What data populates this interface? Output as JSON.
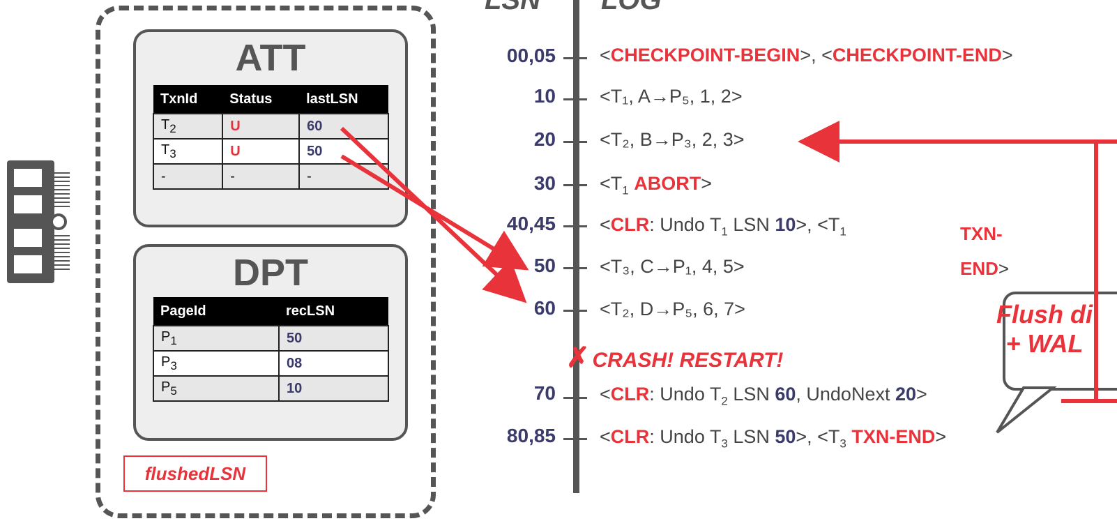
{
  "headers": {
    "lsn": "LSN",
    "log": "LOG"
  },
  "att": {
    "title": "ATT",
    "columns": [
      "TxnId",
      "Status",
      "lastLSN"
    ],
    "rows": [
      {
        "txn": "T",
        "txn_sub": "2",
        "status": "U",
        "last": "60"
      },
      {
        "txn": "T",
        "txn_sub": "3",
        "status": "U",
        "last": "50"
      },
      {
        "txn": "-",
        "txn_sub": "",
        "status": "-",
        "last": "-"
      }
    ]
  },
  "dpt": {
    "title": "DPT",
    "columns": [
      "PageId",
      "recLSN"
    ],
    "rows": [
      {
        "page": "P",
        "page_sub": "1",
        "rec": "50"
      },
      {
        "page": "P",
        "page_sub": "3",
        "rec": "08"
      },
      {
        "page": "P",
        "page_sub": "5",
        "rec": "10"
      }
    ]
  },
  "flushed_label": "flushedLSN",
  "log": {
    "lsn_00": "00,05",
    "lsn_10": "10",
    "lsn_20": "20",
    "lsn_30": "30",
    "lsn_40": "40,45",
    "lsn_50": "50",
    "lsn_60": "60",
    "lsn_70": "70",
    "lsn_80": "80,85",
    "cp_begin": "CHECKPOINT-BEGIN",
    "cp_end": "CHECKPOINT-END",
    "abort": "ABORT",
    "clr": "CLR",
    "undo": ": Undo T",
    "lsn_word": " LSN ",
    "txn_end": "TXN-END",
    "txn_end_1": "TXN-",
    "txn_end_2": "END",
    "undonext": ", UndoNext ",
    "crash": "CRASH!  RESTART!",
    "rec10": "<T₁, A→P₅, 1, 2>",
    "rec20": "<T₂, B→P₃, 2, 3>",
    "rec50": "<T₃, C→P₁, 4, 5>",
    "rec60": "<T₂, D→P₅, 6, 7>"
  },
  "bubble_text": "Flush di\n+ WAL",
  "colors": {
    "accent": "#e8333b",
    "gray": "#555555",
    "navy": "#3b3b6b"
  },
  "icons": [
    "memory-chip-icon",
    "crash-x-icon"
  ]
}
